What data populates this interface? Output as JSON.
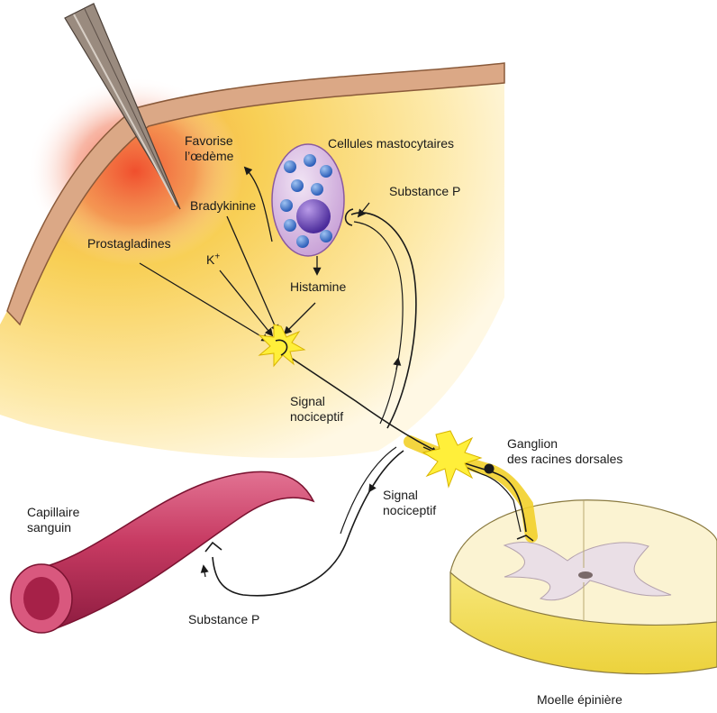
{
  "labels": {
    "favorise_line1": "Favorise",
    "favorise_line2": "l’œdème",
    "mastocytes": "Cellules mastocytaires",
    "substance_p_top": "Substance P",
    "bradykinine": "Bradykinine",
    "prostaglandines": "Prostagladines",
    "potassium_base": "K",
    "potassium_charge": "+",
    "histamine": "Histamine",
    "signal_top_line1": "Signal",
    "signal_top_line2": "nociceptif",
    "ganglion_line1": "Ganglion",
    "ganglion_line2": "des racines dorsales",
    "signal_bottom_line1": "Signal",
    "signal_bottom_line2": "nociceptif",
    "capillaire_line1": "Capillaire",
    "capillaire_line2": "sanguin",
    "substance_p_bottom": "Substance P",
    "moelle": "Moelle épinière"
  },
  "colors": {
    "skin_band": "#d9a882",
    "inflammation": "#f6c43c",
    "needle": "#8a7a6e",
    "mast_cell": "#d7b7df",
    "granule": "#3f72c8",
    "nucleus": "#6a3fb0",
    "capillary": "#c8305c",
    "spinal_gray": "#ece3ea",
    "spinal_white": "#fbf4c4",
    "spark": "#ffef3a"
  }
}
